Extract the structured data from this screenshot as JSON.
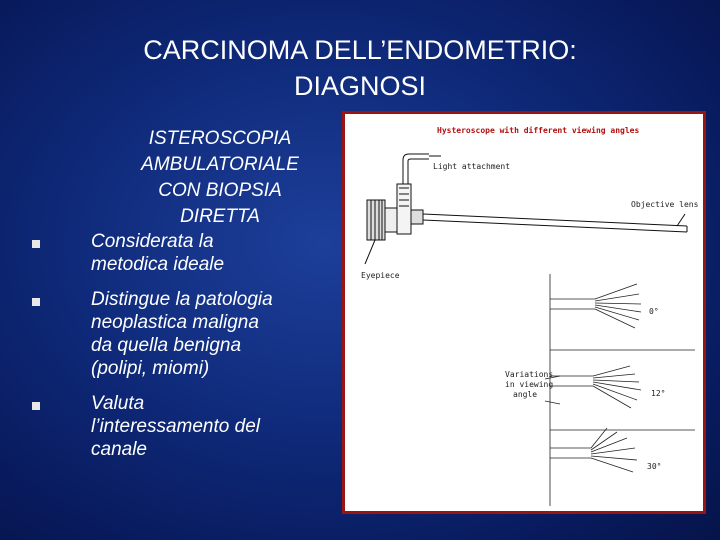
{
  "slide": {
    "title_lines": [
      "CARCINOMA DELL’ENDOMETRIO:",
      "DIAGNOSI"
    ],
    "subtitle_lines": [
      "ISTEROSCOPIA",
      "AMBULATORIALE",
      "CON BIOPSIA",
      "DIRETTA"
    ],
    "bullets": [
      {
        "lines": [
          "Considerata la",
          "metodica ideale"
        ]
      },
      {
        "lines": [
          "Distingue la patologia",
          "neoplastica maligna",
          "da quella benigna",
          "(polipi, miomi)"
        ]
      },
      {
        "lines": [
          "Valuta",
          "l’interessamento del",
          "canale"
        ]
      }
    ]
  },
  "figure": {
    "title": "Hysteroscope with different viewing angles",
    "light_attachment": "Light attachment",
    "objective_lens": "Objective lens",
    "eyepiece": "Eyepiece",
    "variations": [
      "Variations",
      "in viewing",
      "angle"
    ],
    "angles": [
      "0°",
      "12°",
      "30°"
    ]
  },
  "colors": {
    "background": "#0f2a7a",
    "text": "#ffffff",
    "frame_border": "#9a1414",
    "figure_title": "#b01010"
  }
}
